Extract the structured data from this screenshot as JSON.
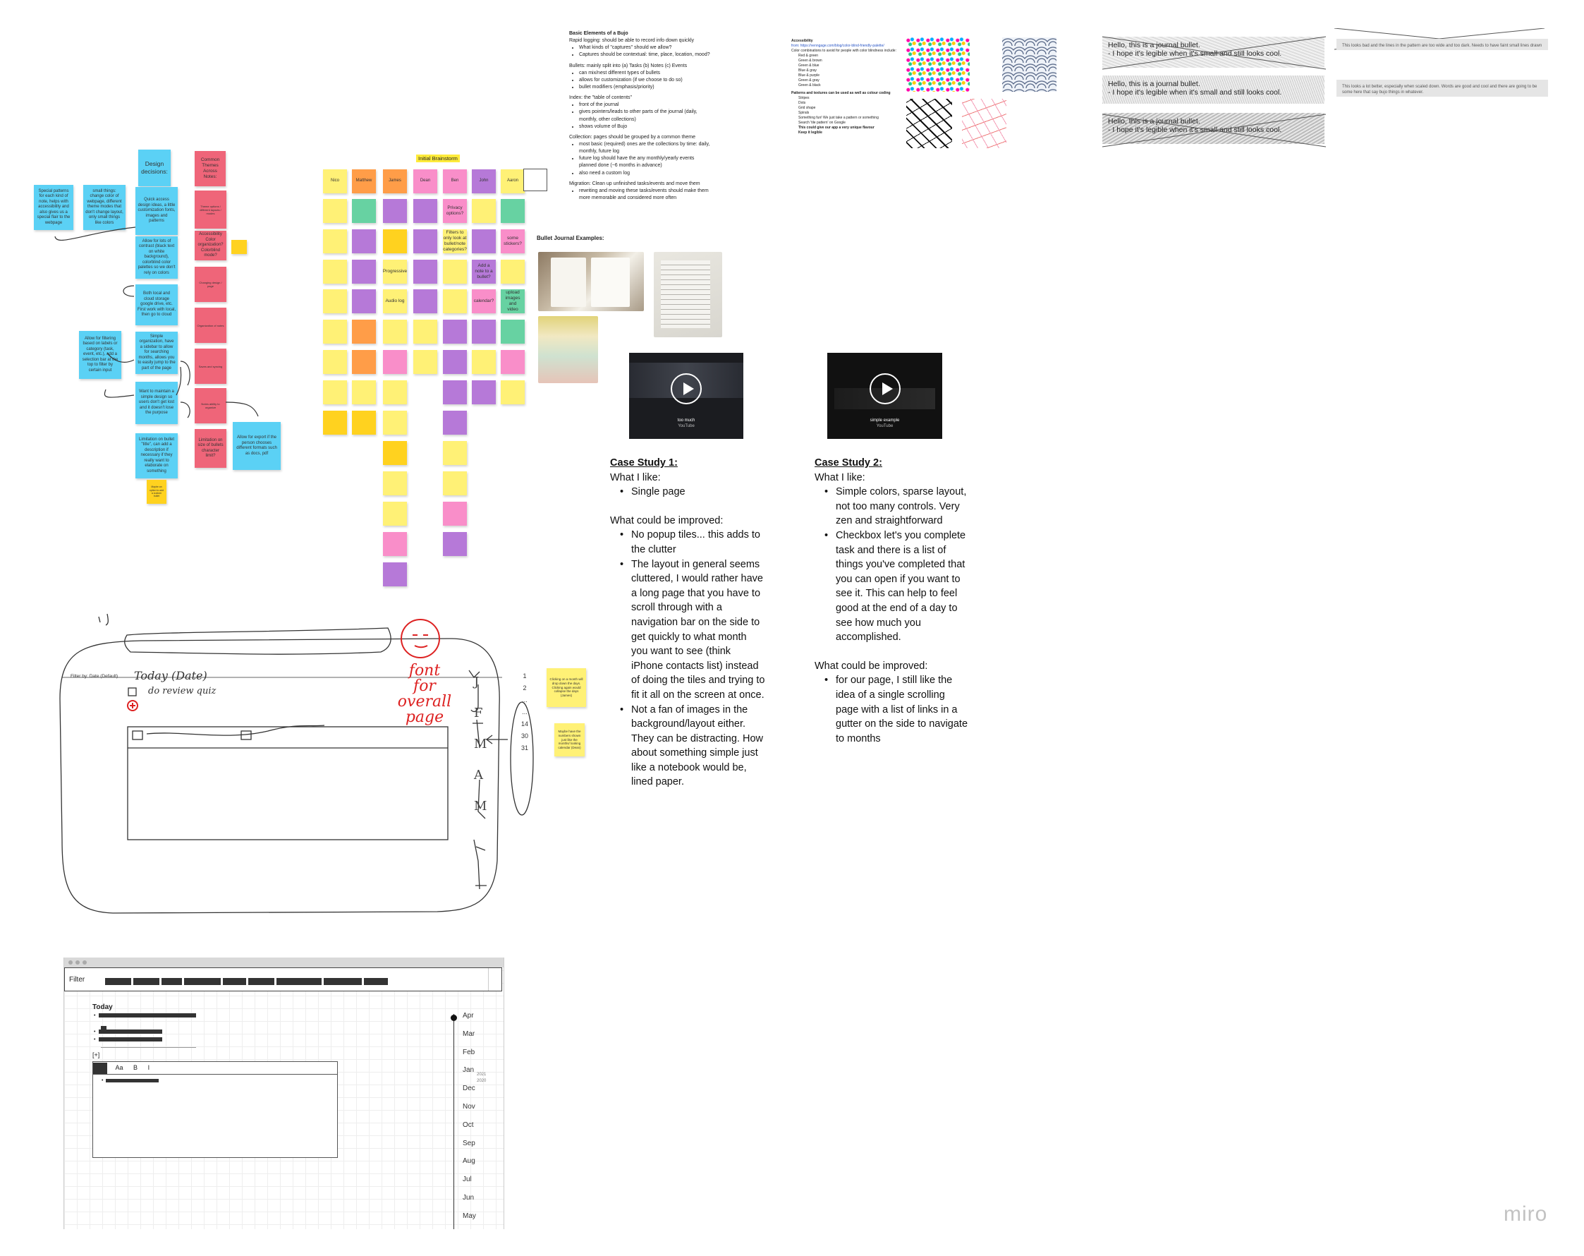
{
  "app": {
    "logo": "miro"
  },
  "design": {
    "title": "Design decisions:",
    "blue_notes": [
      "Special patterns for each kind of note, helps with accessibility and also gives us a special flair to the webpage",
      "small things: change color of webpage, different theme modes that don't change layout, only small things like colors",
      "Quick access design ideas, a little customization fonts, images and patterns",
      "Allow for lots of contrast (black text on white background), colorblind color palettes so we don't rely on colors",
      "Both local and cloud storage google drive, etc. First work with local, then go to cloud",
      "Simple organization, have a sidebar to allow for searching months, allows you to easily jump to the part of the page",
      "Want to maintain a simple design so users don't get lost and it doesn't lose the purpose",
      "Allow for filtering based on labels or category (task, event, etc.), add a selection bar at the top to filter by certain input",
      "Limitation on bullet \"title\", can add a description if necessary if they really want to elaborate on something",
      "Allow for export if the person chooses different formats such as docs, pdf",
      "Maybe an option to add a custom bullet"
    ],
    "themes_title": "Common Themes Across Notes:",
    "red_notes": [
      "Accessibility Color organization? Colorblind mode?",
      "Theme options / different layouts / modes",
      "Changing design / page",
      "Organization of notes",
      "Saves and syncing",
      "Notes ability to organize",
      "Limitation on size of bullets character limit?"
    ]
  },
  "brainstorm": {
    "title": "Initial Brainstorm",
    "names": [
      "Nico",
      "Matthew",
      "James",
      "Dean",
      "Ben",
      "John",
      "Aaron"
    ],
    "highlights": [
      "Privacy options?",
      "Audio log",
      "Progressive",
      "calendar?",
      "some stickers?",
      "upload images and video",
      "Add a note to a bullet?",
      "Filters to only look at bullet/note categories?"
    ]
  },
  "doc": {
    "title": "Basic Elements of a Bujo",
    "rapid_logging": "Rapid logging: should be able to record info down quickly",
    "rapid_items": [
      "What kinds of \"captures\" should we allow?",
      "Captures should be contextual: time, place, location, mood?"
    ],
    "bullets": "Bullets: mainly split into (a) Tasks (b) Notes (c) Events",
    "bullet_items": [
      "can mix/nest different types of bullets",
      "allows for customization (if we choose to do so)",
      "bullet modifiers (emphasis/priority)"
    ],
    "index": "Index: the \"table of contents\"",
    "index_items": [
      "front of the journal",
      "gives pointers/leads to other parts of the journal (daily, monthly, other collections)",
      "shows volume of Bujo"
    ],
    "collection": "Collection: pages should be grouped by a common theme",
    "collection_items": [
      "most basic (required) ones are the collections by time: daily, monthly, future log",
      "future log should have the any monthly/yearly events planned done (~6 months in advance)",
      "also need a custom log"
    ],
    "migration": "Migration: Clean up unfinished tasks/events and move them",
    "migration_items": [
      "rewriting and moving these tasks/events should make them more memorable and considered more often"
    ],
    "examples_title": "Bullet Journal Examples:"
  },
  "accessibility": {
    "title": "Accessibility",
    "from": "from: https://venngage.com/blog/color-blind-friendly-palette/",
    "intro": "Color combinations to avoid for people with color blindness include:",
    "combos": [
      "Red & green",
      "Green & brown",
      "Green & blue",
      "Blue & gray",
      "Blue & purple",
      "Green & gray",
      "Green & black"
    ],
    "patterns_title": "Patterns and textures can be used as well as colour coding",
    "patterns": [
      "Stripes",
      "Dots",
      "Grid shape",
      "Spirals",
      "Something fun! We just take a pattern or something",
      "Search 'tile pattern' on Google",
      "This could give our app a very unique flavour",
      "Keep it legible"
    ]
  },
  "bullets_demo": {
    "line1": "Hello, this is a journal bullet.",
    "line2": "- I hope it's legible when it's small and still looks cool.",
    "small1": "This looks bad and the lines in the pattern are too wide and too dark. Needs to have faint small lines drawn",
    "small2": "This looks a lot better, especially when scaled down. Words are good and cool and there are going to be some here that say bujo things in whatever."
  },
  "videos": [
    {
      "label": "too much",
      "sub": "YouTube"
    },
    {
      "label": "simple example",
      "sub": "YouTube"
    }
  ],
  "case1": {
    "title": "Case Study 1:",
    "like_label": "What I like:",
    "likes": [
      "Single page"
    ],
    "improve_label": "What could be improved:",
    "improve": [
      "No popup tiles... this adds to the clutter",
      "The layout in general seems cluttered, I would rather have a long page that you have to scroll through with a navigation bar on the side to get quickly to what month you want to see (think iPhone contacts list) instead of doing the tiles and trying to fit it all on the screen at once.",
      "Not a fan of images in the background/layout either. They can be distracting. How about something simple just like a notebook would be, lined paper."
    ]
  },
  "case2": {
    "title": "Case Study 2:",
    "like_label": "What I like:",
    "likes": [
      "Simple colors, sparse layout, not too many controls. Very zen and straightforward",
      "Checkbox let's you complete task and there is a list of things you've completed that you can open if you want to see it. This can help to feel good at the end of a day to see how much you accomplished."
    ],
    "improve_label": "What could be improved:",
    "improve": [
      "for our page, I still like the idea of a single scrolling page with a list of links in a gutter on the side to navigate to months"
    ]
  },
  "sketch": {
    "filter_label": "Filter by: Date (Default)",
    "today": "Today (Date)",
    "task": "do review quiz",
    "red_note": "font for overall page",
    "side_letters": "J F M A M",
    "side_numbers": [
      "1",
      "2",
      "...",
      "...",
      "14",
      "30",
      "31"
    ],
    "sticky1": "Clicking on a month will drop down the days. Clicking again would collapse the days (James)",
    "sticky2": "Maybe have the numbers shown just like the months/ looking calendar (Dean)"
  },
  "wireframe": {
    "filter": "Filter",
    "today": "Today",
    "add": "[+]",
    "toolbar": [
      "Aa",
      "B",
      "I"
    ],
    "months": [
      "Apr",
      "Mar",
      "Feb",
      "Jan",
      "Dec",
      "Nov",
      "Oct",
      "Sep",
      "Aug",
      "Jul",
      "Jun",
      "May"
    ],
    "years": [
      "2021",
      "2020"
    ]
  }
}
